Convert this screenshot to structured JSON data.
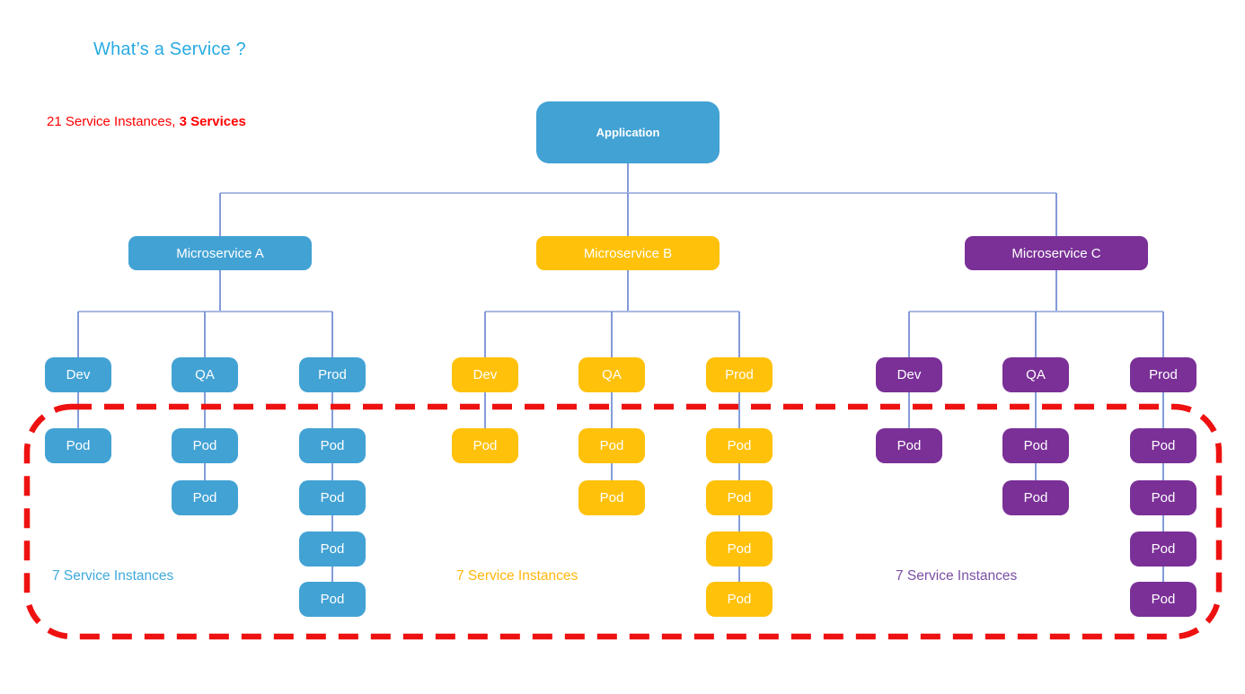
{
  "title": "What’s a Service ?",
  "summary": {
    "normal": "21 Service Instances, ",
    "bold": "3 Services"
  },
  "application": {
    "label": "Application",
    "color": "#42A2D4"
  },
  "services": [
    {
      "name": "Microservice A",
      "color": "#42A2D4",
      "instances_label": "7 Service Instances",
      "instances_label_color": "#3FA9DC",
      "environments": [
        {
          "label": "Dev",
          "pods": [
            "Pod"
          ]
        },
        {
          "label": "QA",
          "pods": [
            "Pod",
            "Pod"
          ]
        },
        {
          "label": "Prod",
          "pods": [
            "Pod",
            "Pod",
            "Pod",
            "Pod"
          ]
        }
      ]
    },
    {
      "name": "Microservice B",
      "color": "#FFC10A",
      "instances_label": "7 Service Instances",
      "instances_label_color": "#FFB60D",
      "environments": [
        {
          "label": "Dev",
          "pods": [
            "Pod"
          ]
        },
        {
          "label": "QA",
          "pods": [
            "Pod",
            "Pod"
          ]
        },
        {
          "label": "Prod",
          "pods": [
            "Pod",
            "Pod",
            "Pod",
            "Pod"
          ]
        }
      ]
    },
    {
      "name": "Microservice C",
      "color": "#7A3097",
      "instances_label": "7 Service Instances",
      "instances_label_color": "#7B4FA6",
      "environments": [
        {
          "label": "Dev",
          "pods": [
            "Pod"
          ]
        },
        {
          "label": "QA",
          "pods": [
            "Pod",
            "Pod"
          ]
        },
        {
          "label": "Prod",
          "pods": [
            "Pod",
            "Pod",
            "Pod",
            "Pod"
          ]
        }
      ]
    }
  ],
  "colors": {
    "title_blue": "#29ABE2",
    "summary_red": "#FF0000",
    "connector_vertical": "#6E89D2",
    "connector_horizontal": "#A9B8E3",
    "pod_connector": "#6E8CD2",
    "highlight_red": "#EE1111"
  }
}
